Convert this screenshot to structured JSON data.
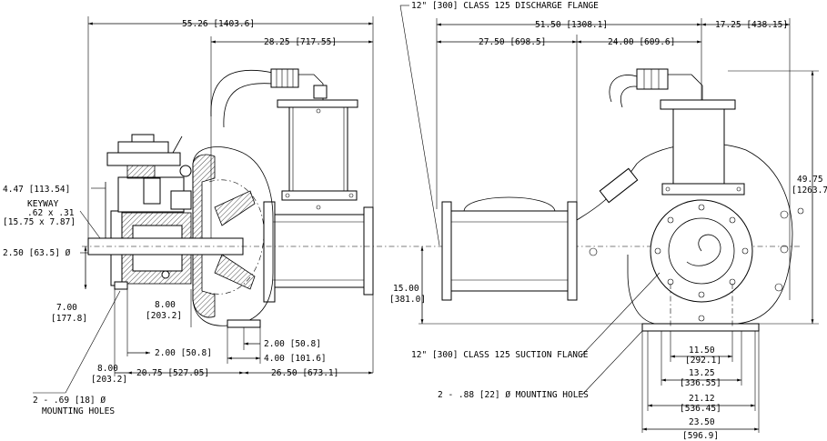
{
  "left_view": {
    "overall_width": "55.26 [1403.6]",
    "discharge_offset": "28.25 [717.55]",
    "shaft_dimension": "4.47 [113.54]",
    "keyway_title": "KEYWAY",
    "keyway_size": ".62 x .31",
    "keyway_size_mm": "[15.75 x 7.87]",
    "shaft_diameter": "2.50 [63.5] Ø",
    "shaft_centerline_height": "7.00",
    "shaft_centerline_height_mm": "[177.8]",
    "foot_height": "8.00",
    "foot_height_mm": "[203.2]",
    "foot_width": "8.00",
    "foot_width_mm": "[203.2]",
    "foot_offset": "2.00 [50.8]",
    "right_foot_offset": "2.00 [50.8]",
    "foot_spacing": "4.00 [101.6]",
    "base_length": "20.75 [527.05]",
    "suction_length": "26.50 [673.1]",
    "mounting_holes": "2 - .69 [18] Ø",
    "mounting_holes_label": "MOUNTING HOLES"
  },
  "right_view": {
    "discharge_flange_note": "12\" [300] CLASS 125 DISCHARGE FLANGE",
    "overall_length": "51.50 [1308.1]",
    "left_section": "27.50 [698.5]",
    "right_section": "24.00 [609.6]",
    "discharge_offset": "17.25 [438.15]",
    "overall_height": "49.75",
    "overall_height_mm": "[1263.7]",
    "centerline_height": "15.00",
    "centerline_height_mm": "[381.0]",
    "suction_flange_note": "12\" [300] CLASS 125 SUCTION FLANGE",
    "mounting_holes_note": "2 - .88 [22] Ø MOUNTING HOLES",
    "hole_spacing": "11.50",
    "hole_spacing_mm": "[292.1]",
    "base_dim_1": "13.25",
    "base_dim_1_mm": "[336.55]",
    "base_dim_2": "21.12",
    "base_dim_2_mm": "[536.45]",
    "base_overall": "23.50",
    "base_overall_mm": "[596.9]"
  }
}
